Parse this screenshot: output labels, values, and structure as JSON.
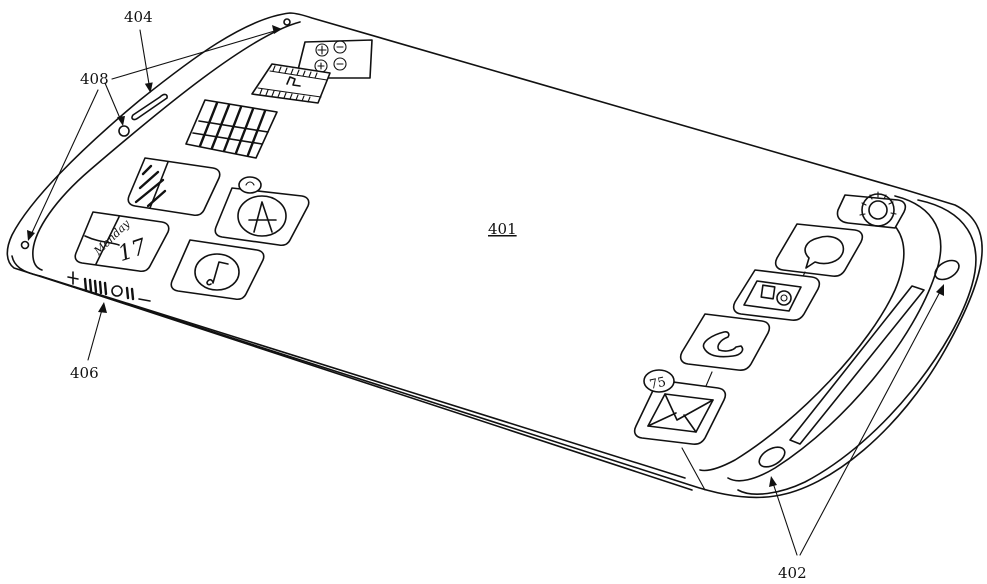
{
  "figure": {
    "reference_numerals": {
      "display": "401",
      "edge_display_right": "402",
      "speaker": "404",
      "volume_control": "406",
      "sensors": "408"
    },
    "calendar_icon": {
      "day": "Monday",
      "date": "17"
    },
    "mail_badge": "75"
  }
}
